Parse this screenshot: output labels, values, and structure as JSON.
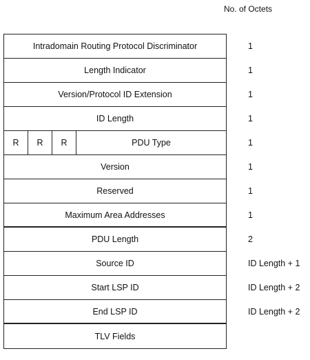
{
  "header": {
    "octets_title": "No. of Octets"
  },
  "rows": [
    {
      "label": "Intradomain Routing Protocol Discriminator",
      "octets": "1"
    },
    {
      "label": "Length Indicator",
      "octets": "1"
    },
    {
      "label": "Version/Protocol ID Extension",
      "octets": "1"
    },
    {
      "label": "ID Length",
      "octets": "1"
    },
    {
      "bits": [
        "R",
        "R",
        "R"
      ],
      "label": "PDU Type",
      "octets": "1"
    },
    {
      "label": "Version",
      "octets": "1"
    },
    {
      "label": "Reserved",
      "octets": "1"
    },
    {
      "label": "Maximum Area Addresses",
      "octets": "1"
    },
    {
      "label": "PDU Length",
      "octets": "2"
    },
    {
      "label": "Source ID",
      "octets": "ID Length + 1"
    },
    {
      "label": "Start LSP ID",
      "octets": "ID Length + 2"
    },
    {
      "label": "End LSP ID",
      "octets": "ID Length + 2"
    },
    {
      "label": "TLV Fields",
      "octets": ""
    }
  ]
}
